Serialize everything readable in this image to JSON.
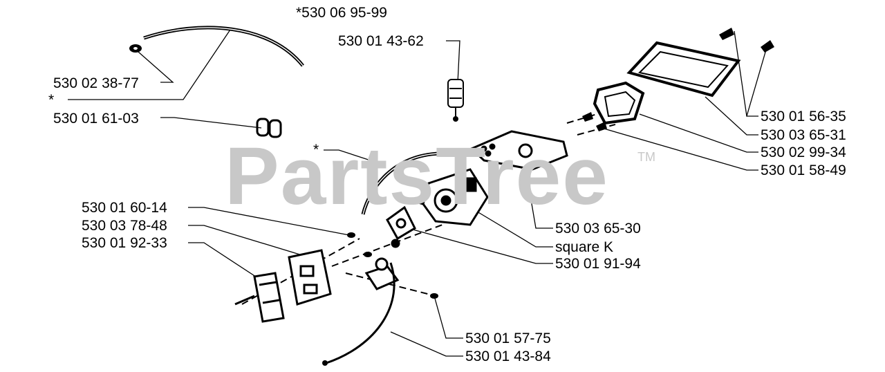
{
  "watermark": {
    "text": "PartsTree",
    "trademark": "TM",
    "color": "#c8c8c8"
  },
  "labels": {
    "kit_top": "*530 06 95-99",
    "part_530014362": "530 01 43-62",
    "part_530023877": "530 02 38-77",
    "asterisk_left": "*",
    "part_530016103": "530 01 61-03",
    "asterisk_mid": "*",
    "part_530015635": "530 01 56-35",
    "part_530036531": "530 03 65-31",
    "part_530029934": "530 02 99-34",
    "part_530015849": "530 01 58-49",
    "part_530016014": "530 01 60-14",
    "part_530037848": "530 03 78-48",
    "part_530019233": "530 01 92-33",
    "part_530036530": "530 03 65-30",
    "square_k": "square K",
    "part_530019194": "530 01 91-94",
    "part_530015775": "530 01 57-75",
    "part_530014384": "530 01 43-84"
  },
  "colors": {
    "ink": "#000000",
    "paper": "#ffffff"
  }
}
